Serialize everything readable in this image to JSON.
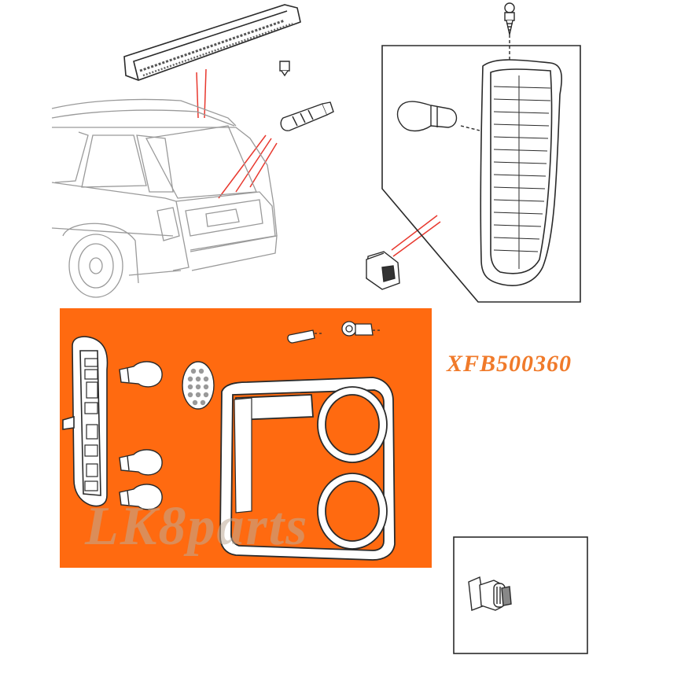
{
  "part_number": "XFB500360",
  "watermark": "LK8parts",
  "colors": {
    "highlight_panel": "#FF6A10",
    "part_number_text": "#F07A2A",
    "line": "#2a2a2a",
    "leader_red": "#E8382E"
  },
  "parts": [
    "vehicle-rear-view",
    "high-mount-stop-lamp-strip",
    "retaining-screw",
    "wedge-bulb",
    "side-marker-lamp",
    "bayonet-bulb",
    "clip-nut",
    "rear-lamp-bulb-holder",
    "amber-bulb",
    "reflector-lens",
    "small-bulb",
    "bulb-socket",
    "rear-lamp-lens-housing",
    "bulb-socket-detail"
  ]
}
